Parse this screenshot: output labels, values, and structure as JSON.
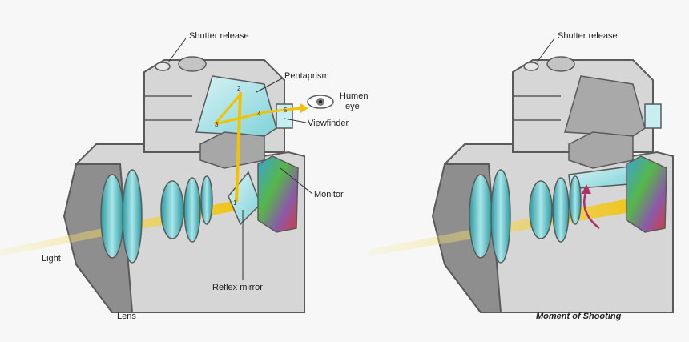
{
  "left_diagram": {
    "labels": {
      "shutter_release": "Shutter release",
      "pentaprism": "Pentaprism",
      "humen_eye": [
        "Humen",
        "eye"
      ],
      "viewfinder": "Viewfinder",
      "monitor": "Monitor",
      "light": "Light",
      "reflex_mirror": "Reflex mirror",
      "caption": "Lens"
    },
    "path_numbers": [
      "1",
      "2",
      "3",
      "4",
      "5"
    ]
  },
  "right_diagram": {
    "labels": {
      "shutter_release": "Shutter release",
      "caption": "Moment of Shooting"
    }
  },
  "colors": {
    "body": "#d6d6d6",
    "outline": "#5a5a5a",
    "dark_face": "#8e8e8e",
    "lens_glass": "#3fb3b8",
    "light_beam": "#f2c200",
    "mirror_arrow": "#b0306a"
  }
}
